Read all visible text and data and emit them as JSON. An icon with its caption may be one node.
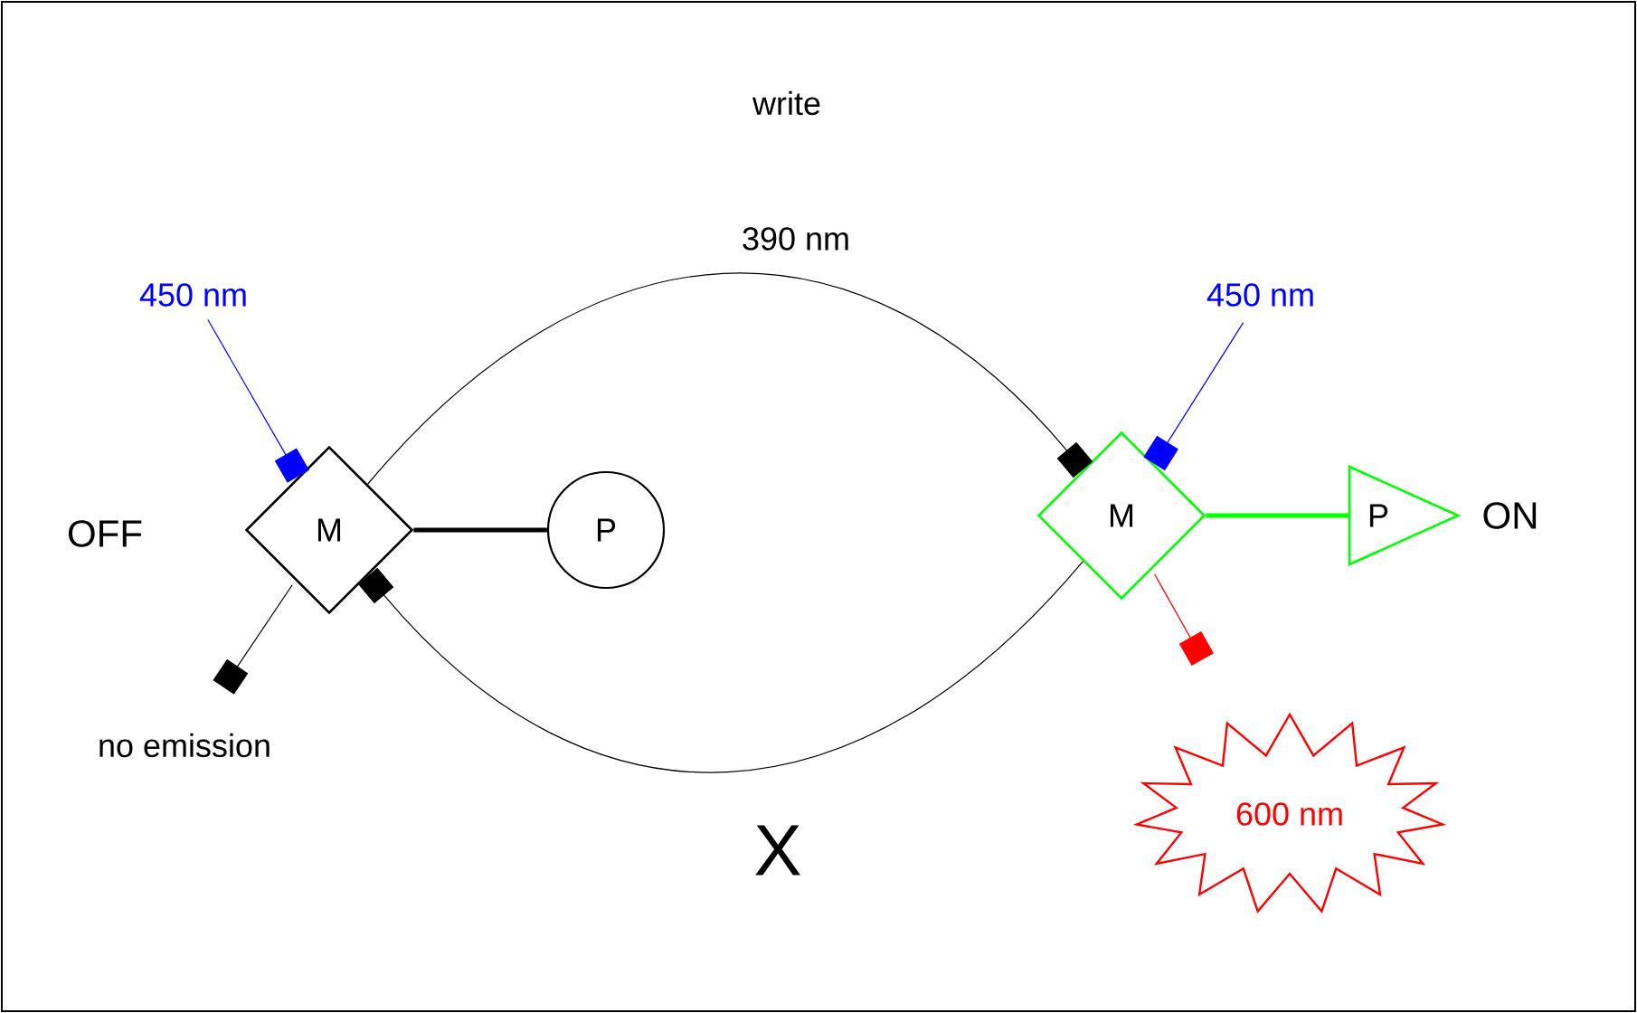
{
  "diagram": {
    "nodes": [
      {
        "text": [
          "M"
        ],
        "beside": [
          "OFF"
        ]
      },
      {
        "text": [
          "P"
        ]
      },
      {
        "text": [
          "M"
        ]
      },
      {
        "text": [
          "P"
        ],
        "beside": [
          "ON"
        ]
      },
      {
        "text": [
          "450 nm"
        ]
      },
      {
        "text": [
          "no emission"
        ]
      },
      {
        "text": [
          "450 nm"
        ]
      },
      {
        "text": [
          "600 nm"
        ]
      }
    ],
    "edges": [
      {
        "from": 0,
        "to": 1,
        "arrow": "none",
        "style": "thick"
      },
      {
        "from": 2,
        "to": 3,
        "arrow": "none",
        "style": "thick",
        "color": "#00ff00"
      },
      {
        "from": 0,
        "to": 2,
        "arrow": "other",
        "label": "390 nm"
      },
      {
        "from": 2,
        "to": 0,
        "arrow": "other",
        "label": "X"
      },
      {
        "from": 4,
        "to": 0,
        "arrow": "other",
        "color": "#0000ff"
      },
      {
        "from": 0,
        "to": 5,
        "arrow": "other"
      },
      {
        "from": 6,
        "to": 2,
        "arrow": "other",
        "color": "#0000ff"
      },
      {
        "from": 2,
        "to": 7,
        "arrow": "other",
        "color": "#ff0000"
      }
    ],
    "labels": [
      "write"
    ]
  }
}
